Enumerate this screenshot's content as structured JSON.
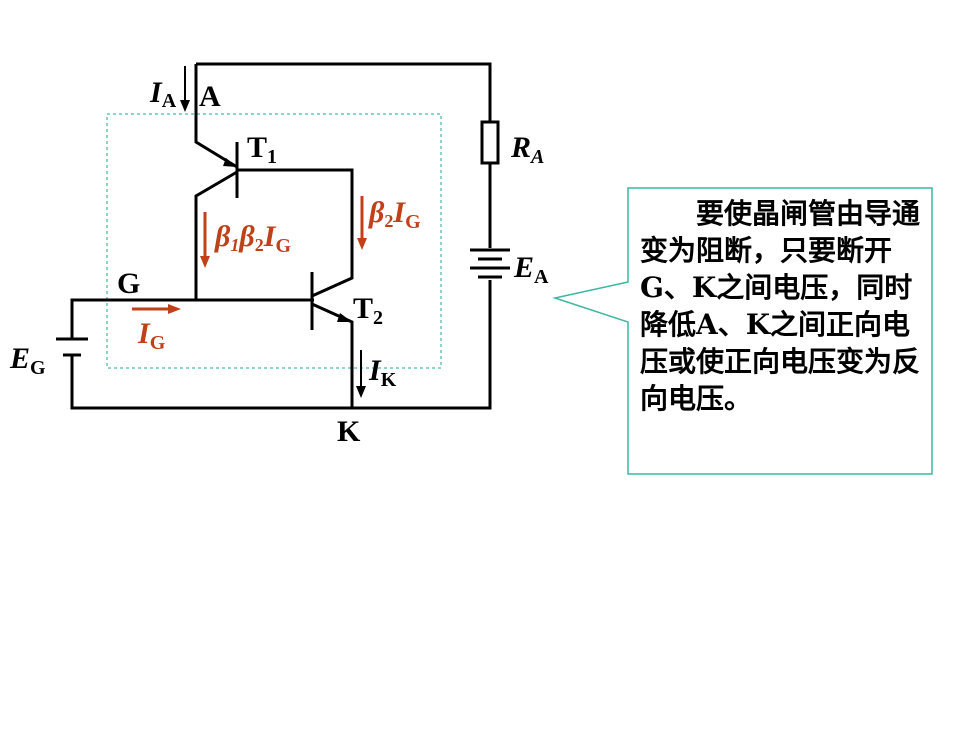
{
  "colors": {
    "wire": "#000000",
    "current_red": "#c0401a",
    "dashed_box": "#1aa89a",
    "callout_border": "#3cb8a0"
  },
  "labels": {
    "node_a": "A",
    "node_g": "G",
    "node_k": "K",
    "t1_main": "T",
    "t1_sub": "1",
    "t2_main": "T",
    "t2_sub": "2",
    "ia_main": "I",
    "ia_sub": "A",
    "ra_main": "R",
    "ra_sub": "A",
    "ea_main": "E",
    "ea_sub": "A",
    "eg_main": "E",
    "eg_sub": "G",
    "ik_main": "I",
    "ik_sub": "K",
    "ig_main": "I",
    "ig_sub": "G",
    "b1b2ig_beta1": "β",
    "b1b2ig_sub1": "1",
    "b1b2ig_beta2": "β",
    "b1b2ig_sub2": "2",
    "b1b2ig_i": "I",
    "b1b2ig_subg": "G",
    "b2ig_beta": "β",
    "b2ig_sub2": "2",
    "b2ig_i": "I",
    "b2ig_subg": "G"
  },
  "callout": {
    "text": "要使晶闸管由导通变为阻断，只要断开G、K之间电压，同时降低A、K之间正向电压或使正向电压变为反向电压。"
  }
}
